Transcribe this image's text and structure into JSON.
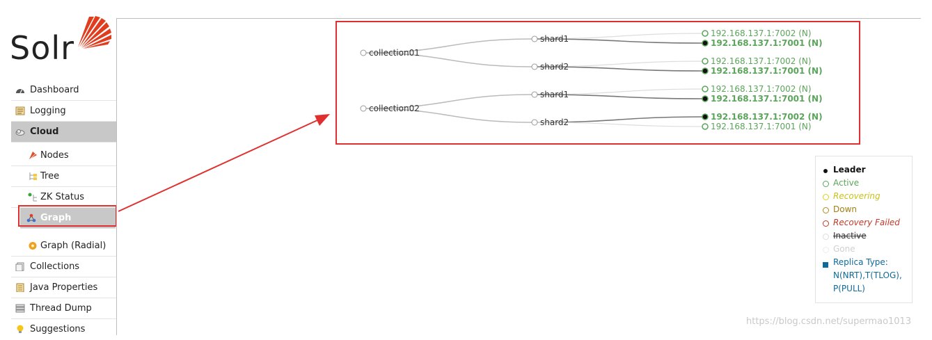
{
  "app": {
    "logo_text": "Solr"
  },
  "colors": {
    "active": "#5aa55a",
    "leader_fill": "#111111",
    "highlight": "#e02f2f",
    "edge": "#bbbbbb",
    "replica_type": "#0f6a99"
  },
  "sidebar": {
    "items": [
      {
        "label": "Dashboard",
        "icon": "dashboard-icon"
      },
      {
        "label": "Logging",
        "icon": "logging-icon"
      },
      {
        "label": "Cloud",
        "icon": "cloud-icon"
      },
      {
        "label": "Nodes",
        "icon": "nodes-icon"
      },
      {
        "label": "Tree",
        "icon": "tree-icon"
      },
      {
        "label": "ZK Status",
        "icon": "zk-status-icon"
      },
      {
        "label": "Graph",
        "icon": "graph-icon"
      },
      {
        "label": "Graph (Radial)",
        "icon": "graph-radial-icon"
      },
      {
        "label": "Collections",
        "icon": "collections-icon"
      },
      {
        "label": "Java Properties",
        "icon": "java-properties-icon"
      },
      {
        "label": "Thread Dump",
        "icon": "thread-dump-icon"
      },
      {
        "label": "Suggestions",
        "icon": "suggestions-icon"
      }
    ]
  },
  "graph": {
    "collections": [
      {
        "name": "collection01",
        "shards": [
          {
            "name": "shard1",
            "replicas": [
              {
                "label": "192.168.137.1:7002 (N)",
                "leader": false
              },
              {
                "label": "192.168.137.1:7001 (N)",
                "leader": true
              }
            ]
          },
          {
            "name": "shard2",
            "replicas": [
              {
                "label": "192.168.137.1:7002 (N)",
                "leader": false
              },
              {
                "label": "192.168.137.1:7001 (N)",
                "leader": true
              }
            ]
          }
        ]
      },
      {
        "name": "collection02",
        "shards": [
          {
            "name": "shard1",
            "replicas": [
              {
                "label": "192.168.137.1:7002 (N)",
                "leader": false
              },
              {
                "label": "192.168.137.1:7001 (N)",
                "leader": true
              }
            ]
          },
          {
            "name": "shard2",
            "replicas": [
              {
                "label": "192.168.137.1:7002 (N)",
                "leader": true
              },
              {
                "label": "192.168.137.1:7001 (N)",
                "leader": false
              }
            ]
          }
        ]
      }
    ]
  },
  "legend": {
    "leader": "Leader",
    "active": "Active",
    "recovering": "Recovering",
    "down": "Down",
    "recovery_failed": "Recovery Failed",
    "inactive": "Inactive",
    "gone": "Gone",
    "replica_type_title": "Replica Type:",
    "replica_type_line1": "N(NRT),T(TLOG),",
    "replica_type_line2": "P(PULL)"
  },
  "watermark": "https://blog.csdn.net/supermao1013"
}
